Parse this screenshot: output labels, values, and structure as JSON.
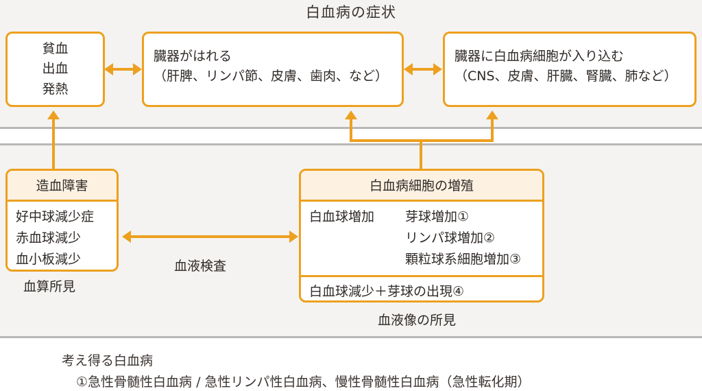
{
  "title": "白血病の症状",
  "colors": {
    "accent": "#eda01f",
    "header_fill": "#fdf1e2",
    "page_background": "#f4f3f1",
    "rule": "#b9b7b5",
    "text": "#2f2a27"
  },
  "symptom_boxes": [
    {
      "name": "anemia-bleeding-fever",
      "lines": [
        "貧血",
        "出血",
        "発熱"
      ]
    },
    {
      "name": "organ-swelling",
      "lines": [
        "臓器がはれる",
        "（肝脾、リンパ節、皮膚、歯肉、など）"
      ]
    },
    {
      "name": "organ-infiltration",
      "lines": [
        "臓器に白血病細胞が入り込む",
        "（CNS、皮膚、肝臓、腎臓、肺など）"
      ]
    }
  ],
  "hematopoiesis_panel": {
    "header": "造血障害",
    "items": [
      "好中球減少症",
      "赤血球減少",
      "血小板減少"
    ],
    "caption": "血算所見"
  },
  "proliferation_panel": {
    "header": "白血病細胞の増殖",
    "left_label": "白血球増加",
    "items": [
      "芽球増加①",
      "リンパ球増加②",
      "顆粒球系細胞増加③"
    ],
    "footer": "白血球減少＋芽球の出現④",
    "caption": "血液像の所見"
  },
  "middle_link_label": "血液検査",
  "footer": {
    "heading": "考え得る白血病",
    "line1": "①急性骨髄性白血病 / 急性リンパ性白血病、慢性骨髄性白血病（急性転化期）"
  }
}
